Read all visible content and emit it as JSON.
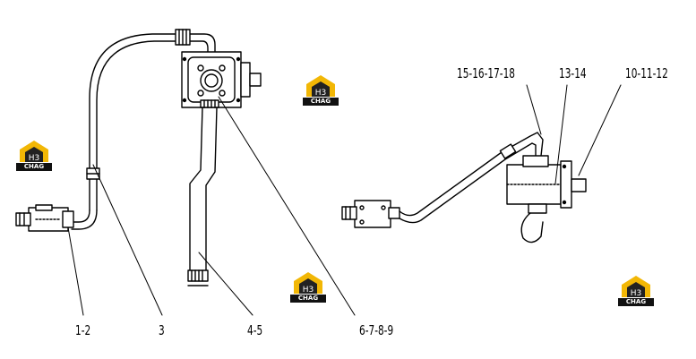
{
  "callouts": {
    "c1": "1-2",
    "c2": "3",
    "c3": "4-5",
    "c4": "6-7-8-9",
    "c5": "15-16-17-18",
    "c6": "13-14",
    "c7": "10-11-12"
  },
  "watermark": {
    "mark": "H3",
    "brand": "CHAG",
    "color_dark": "#222222",
    "color_accent": "#f2b705"
  }
}
